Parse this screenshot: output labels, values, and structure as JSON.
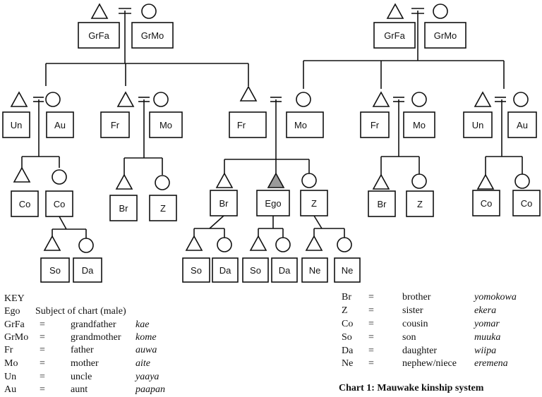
{
  "diagram": {
    "left_grandparents": {
      "male": "GrFa",
      "female": "GrMo"
    },
    "right_grandparents": {
      "male": "GrFa",
      "female": "GrMo"
    },
    "left_uncle": "Un",
    "left_aunt": "Au",
    "left_uncle_child_male": "Co",
    "left_uncle_child_female": "Co",
    "cousin_son": "So",
    "cousin_daughter": "Da",
    "paternal_aunt_husband": "Fr",
    "paternal_aunt": "Mo",
    "paternal_aunt_son": "Br",
    "paternal_aunt_daughter": "Z",
    "father": "Fr",
    "mother": "Mo",
    "brother": "Br",
    "ego": "Ego",
    "sister": "Z",
    "brother_son": "So",
    "brother_daughter": "Da",
    "ego_son": "So",
    "ego_daughter": "Da",
    "sister_son": "Ne",
    "sister_son_2": "Ne",
    "maternal_mf_father": "Fr",
    "maternal_mf_mother": "Mo",
    "maternal_mf_son": "Br",
    "maternal_mf_daughter": "Z",
    "maternal_uncle": "Un",
    "maternal_aunt": "Au",
    "maternal_cousin_male": "Co",
    "maternal_cousin_female": "Co"
  },
  "key": {
    "title": "KEY",
    "ego_abbr": "Ego",
    "ego_desc": "Subject of chart  (male)",
    "left": [
      {
        "abbr": "GrFa",
        "eq": "=",
        "meaning": "grandfather",
        "gloss": "kae"
      },
      {
        "abbr": "GrMo",
        "eq": "=",
        "meaning": "grandmother",
        "gloss": "kome"
      },
      {
        "abbr": "Fr",
        "eq": "=",
        "meaning": "father",
        "gloss": "auwa"
      },
      {
        "abbr": "Mo",
        "eq": "=",
        "meaning": "mother",
        "gloss": "aite"
      },
      {
        "abbr": "Un",
        "eq": "=",
        "meaning": "uncle",
        "gloss": "yaaya"
      },
      {
        "abbr": "Au",
        "eq": "=",
        "meaning": "aunt",
        "gloss": "paapan"
      }
    ],
    "right": [
      {
        "abbr": "Br",
        "eq": "=",
        "meaning": "brother",
        "gloss": "yomokowa"
      },
      {
        "abbr": "Z",
        "eq": "=",
        "meaning": "sister",
        "gloss": "ekera"
      },
      {
        "abbr": "Co",
        "eq": "=",
        "meaning": "cousin",
        "gloss": "yomar"
      },
      {
        "abbr": "So",
        "eq": "=",
        "meaning": "son",
        "gloss": "muuka"
      },
      {
        "abbr": "Da",
        "eq": "=",
        "meaning": "daughter",
        "gloss": "wiipa"
      },
      {
        "abbr": "Ne",
        "eq": "=",
        "meaning": "nephew/niece",
        "gloss": "eremena"
      }
    ]
  },
  "caption": "Chart 1: Mauwake kinship system"
}
